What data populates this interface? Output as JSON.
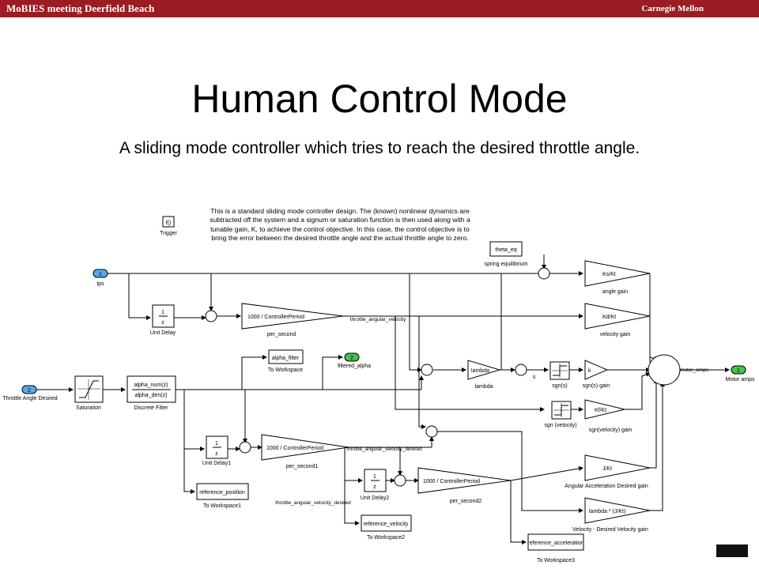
{
  "header": {
    "left": "MoBIES meeting Deerfield Beach",
    "right": "Carnegie Mellon"
  },
  "title": "Human Control Mode",
  "subtitle": "A sliding mode controller which tries to reach the desired throttle angle.",
  "note": "This is a standard sliding mode controller design. The (known) nonlinear dynamics are subtracted off the system and a signum or saturation function is then used along with a tunable gain, K, to achieve the control objective. In this case, the control objective is to bring the error between the desired throttle angle and the actual throttle angle to zero.",
  "colors": {
    "header": "#9b1c22",
    "inport": "#5aa9e6",
    "outport": "#46c24a"
  },
  "blocks": {
    "trigger": {
      "glyph": "f()",
      "caption": "Trigger"
    },
    "inport_tps": {
      "num": "1",
      "caption": "tps"
    },
    "inport_desired": {
      "num": "2",
      "caption": "Throttle Angle Desired"
    },
    "unit_delay": {
      "caption": "Unit Delay"
    },
    "unit_delay1": {
      "caption": "Unit Delay1"
    },
    "unit_delay2": {
      "caption": "Unit Delay2"
    },
    "delay_num": "1",
    "delay_den": "z",
    "per_second": {
      "gain": "1000 / ControllerPeriod",
      "caption": "per_second"
    },
    "per_second1": {
      "gain": "1000 / ControllerPeriod",
      "caption": "per_second1"
    },
    "per_second2": {
      "gain": "1000 / ControllerPeriod",
      "caption": "per_second2"
    },
    "theta_eq": {
      "text": "theta_eq",
      "caption": "spring equilibrium"
    },
    "angle_gain": {
      "gain": "Ks/Kt",
      "caption": "angle gain"
    },
    "velocity_gain": {
      "gain": "Kd/Kt",
      "caption": "velocity gain"
    },
    "alpha_filter": {
      "text": "alpha_filter",
      "caption": "To Workspace"
    },
    "outport_filtered": {
      "num": "2",
      "caption": "filtered_alpha"
    },
    "saturation": {
      "caption": "Saturation"
    },
    "discrete_filter": {
      "line1": "alpha_num(z)",
      "line2": "alpha_den(z)",
      "caption": "Discrete Filter"
    },
    "lambda": {
      "gain": "lambda",
      "caption": "lambda"
    },
    "sgn_s": {
      "caption": "sgn(s)"
    },
    "sgn_s_gain": {
      "gain": "k",
      "caption": "sgn(s) gain"
    },
    "sgn_velocity": {
      "caption": "sgn (velocity)"
    },
    "sgn_velocity_gain": {
      "gain": "Kf/Kt",
      "caption": "sgn(velocity) gain"
    },
    "sum_motor": {
      "label": "motor_amps"
    },
    "outport_motor": {
      "num": "1",
      "caption": "Motor amps"
    },
    "accel_gain": {
      "gain": "J/Kt",
      "caption": "Angular Acceleration Desired gain"
    },
    "vel_desired_gain": {
      "gain": "lambda * (J/Kt)",
      "caption": "Velocity - Desired Velocity gain"
    },
    "ref_position": {
      "text": "reference_position",
      "caption": "To Workspace1"
    },
    "ref_velocity": {
      "text": "reference_velocity",
      "caption": "To Workspace2"
    },
    "ref_acceleration": {
      "text": "reference_acceleration",
      "caption": "To Workspace3"
    }
  },
  "signals": {
    "throttle_angular_velocity": "throttle_angular_velocity",
    "throttle_angular_velocity_desired": "throttle_angular_velocity_desired",
    "s": "s"
  }
}
